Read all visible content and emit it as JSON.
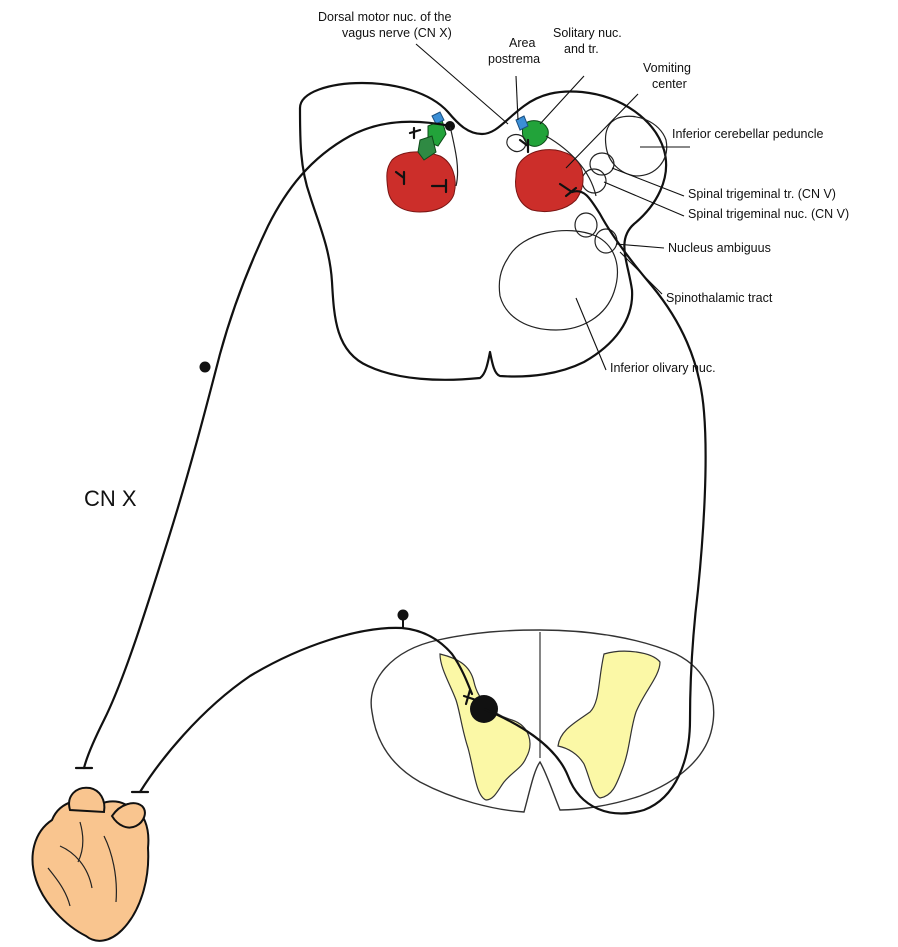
{
  "diagram": {
    "labels": {
      "dorsal_motor_1": "Dorsal motor nuc. of the",
      "dorsal_motor_2": "vagus nerve (CN X)",
      "area_postrema_1": "Area",
      "area_postrema_2": "postrema",
      "solitary_1": "Solitary nuc.",
      "solitary_2": "and tr.",
      "vomiting_1": "Vomiting",
      "vomiting_2": "center",
      "inferior_cerebellar": "Inferior cerebellar peduncle",
      "spinal_trigeminal_tr": "Spinal trigeminal tr. (CN V)",
      "spinal_trigeminal_nuc": "Spinal trigeminal nuc. (CN V)",
      "nucleus_ambiguus": "Nucleus ambiguus",
      "spinothalamic": "Spinothalamic tract",
      "inferior_olivary": "Inferior olivary nuc.",
      "cnx": "CN X"
    },
    "colors": {
      "vomiting_center": "#cc2e2a",
      "solitary_nucleus": "#22a33a",
      "area_postrema": "#3b8fd6",
      "dorsal_horn": "#fbf8a6",
      "heart": "#f9c58f",
      "outline": "#111111"
    },
    "icons": {
      "heart": "heart-icon",
      "spinal_cord": "spinal-cord-section",
      "medulla": "medulla-section"
    }
  }
}
